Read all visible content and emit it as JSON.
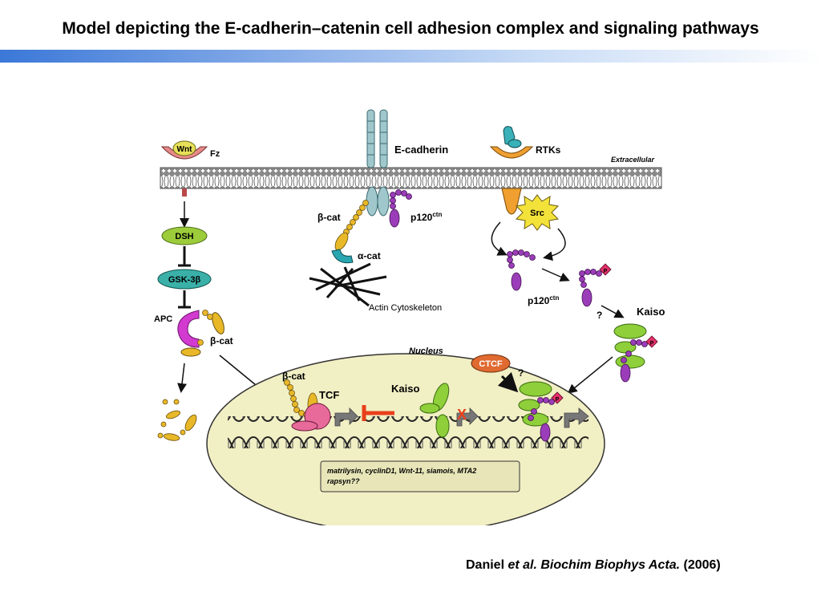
{
  "slide": {
    "title": "Model depicting the E-cadherin–catenin cell adhesion complex and signaling pathways",
    "citation": {
      "author": "Daniel",
      "etal": "et al. Biochim Biophys Acta.",
      "year": "(2006)"
    }
  },
  "diagram": {
    "wnt": "Wnt",
    "fz": "Fz",
    "ecadherin": "E-cadherin",
    "rtks": "RTKs",
    "extracellular": "Extracellular",
    "dsh": "DSH",
    "gsk": "GSK-3β",
    "apc": "APC",
    "bcat_left": "β-cat",
    "bcat_membrane": "β-cat",
    "p120_membrane": "p120",
    "ctn_sup": "ctn",
    "acat": "α-cat",
    "actin": "Actin Cytoskeleton",
    "src": "Src",
    "p120_right": "p120",
    "q1": "?",
    "q2": "?",
    "kaiso_right": "Kaiso",
    "nucleus": "Nucleus",
    "bcat_nucleus": "β-cat",
    "tcf": "TCF",
    "kaiso_nucleus": "Kaiso",
    "ctcf": "CTCF",
    "x_mark": "X",
    "p_mark": "P",
    "genes_line1": "matrilysin, cyclinD1, Wnt-11, siamois, MTA2",
    "genes_line2": "rapsyn??"
  },
  "colors": {
    "title_bar_start": "#3b78d8",
    "nucleus_fill": "#f1efc4",
    "bcat": "#e8b828",
    "p120": "#9b3db8",
    "kaiso": "#8ecf3a",
    "membrane": "#9a9a9a",
    "inhibit": "#e8401c"
  }
}
